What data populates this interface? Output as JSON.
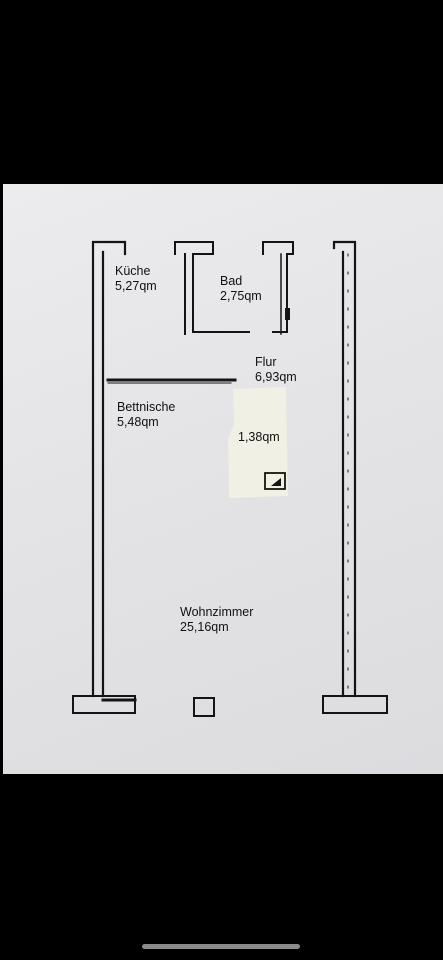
{
  "floorplan": {
    "rooms": [
      {
        "id": "kueche",
        "name": "Küche",
        "area": "5,27qm"
      },
      {
        "id": "bad",
        "name": "Bad",
        "area": "2,75qm"
      },
      {
        "id": "flur",
        "name": "Flur",
        "area": "6,93qm"
      },
      {
        "id": "bettnische",
        "name": "Bettnische",
        "area": "5,48qm"
      },
      {
        "id": "abstellraum",
        "name": "",
        "area": "1,38qm"
      },
      {
        "id": "wohnzimmer",
        "name": "Wohnzimmer",
        "area": "25,16qm"
      }
    ],
    "colors": {
      "paper": "#e6e6e8",
      "ink": "#111111",
      "correction": "#f1f1e2"
    }
  }
}
